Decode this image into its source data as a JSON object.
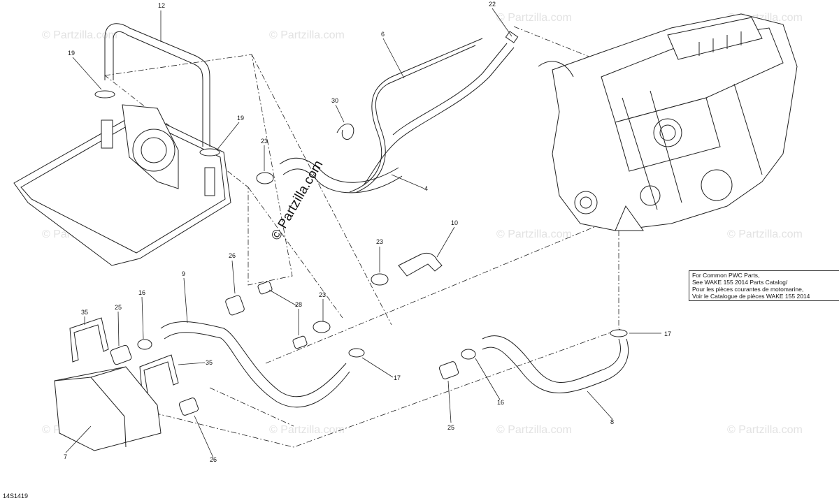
{
  "watermark": "© Partzilla.com",
  "center_watermark": "© Partzilla.com",
  "diagram_ref": "14S1419",
  "note_lines": [
    "For Common PWC Parts,",
    "See WAKE 155 2014 Parts Catalog/",
    "Pour les pièces courantes de motomarine,",
    "Voir le Catalogue de pièces WAKE 155 2014"
  ],
  "callouts": {
    "c12": "12",
    "c19a": "19",
    "c19b": "19",
    "c22": "22",
    "c6": "6",
    "c30": "30",
    "c23a": "23",
    "c4": "4",
    "c10": "10",
    "c23b": "23",
    "c26a": "26",
    "c9": "9",
    "c35a": "35",
    "c25a": "25",
    "c16a": "16",
    "c28": "28",
    "c23c": "23",
    "c35b": "35",
    "c17a": "17",
    "c17b": "17",
    "c7": "7",
    "c26b": "26",
    "c16b": "16",
    "c25b": "25",
    "c8": "8"
  }
}
